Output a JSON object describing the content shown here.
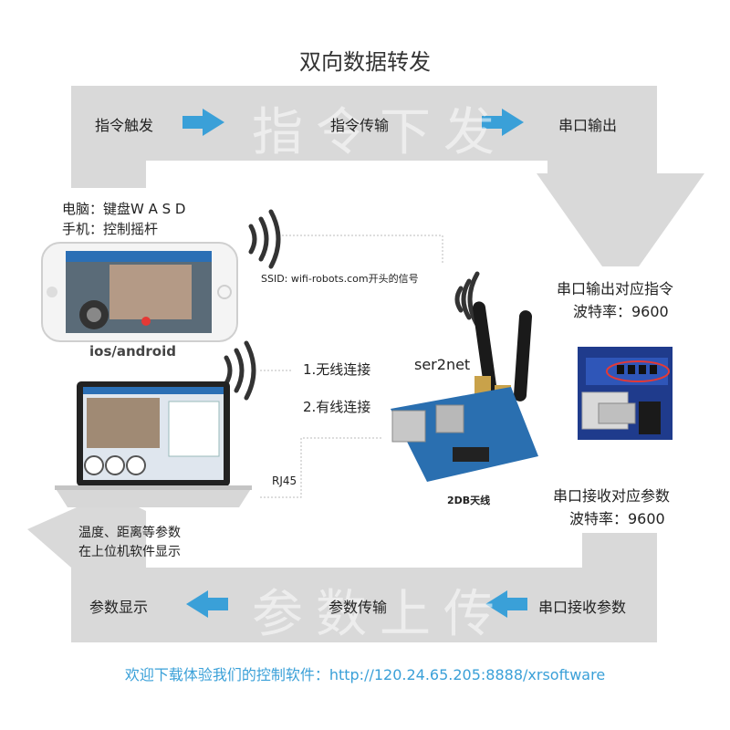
{
  "title": "双向数据转发",
  "top_band": {
    "watermark": "指令下发",
    "steps": [
      "指令触发",
      "指令传输",
      "串口输出"
    ]
  },
  "bottom_band": {
    "watermark": "参数上传",
    "steps": [
      "参数显示",
      "参数传输",
      "串口接收参数"
    ]
  },
  "left": {
    "control_line1": "电脑：键盘W A S D",
    "control_line2": "手机：控制摇杆",
    "phone_caption": "ios/android",
    "display_line1": "温度、距离等参数",
    "display_line2": "在上位机软件显示"
  },
  "middle": {
    "ssid": "SSID: wifi-robots.com开头的信号",
    "wireless": "1.无线连接",
    "wired": "2.有线连接",
    "device": "ser2net",
    "rj45": "RJ45",
    "antenna": "2DB天线"
  },
  "right": {
    "out_line1": "串口输出对应指令",
    "out_line2": "波特率：9600",
    "in_line1": "串口接收对应参数",
    "in_line2": "波特率：9600"
  },
  "footer": "欢迎下载体验我们的控制软件：http://120.24.65.205:8888/xrsoftware",
  "colors": {
    "band": "#d9d9d9",
    "arrow": "#3aa0d8",
    "footer": "#3aa0d8"
  }
}
